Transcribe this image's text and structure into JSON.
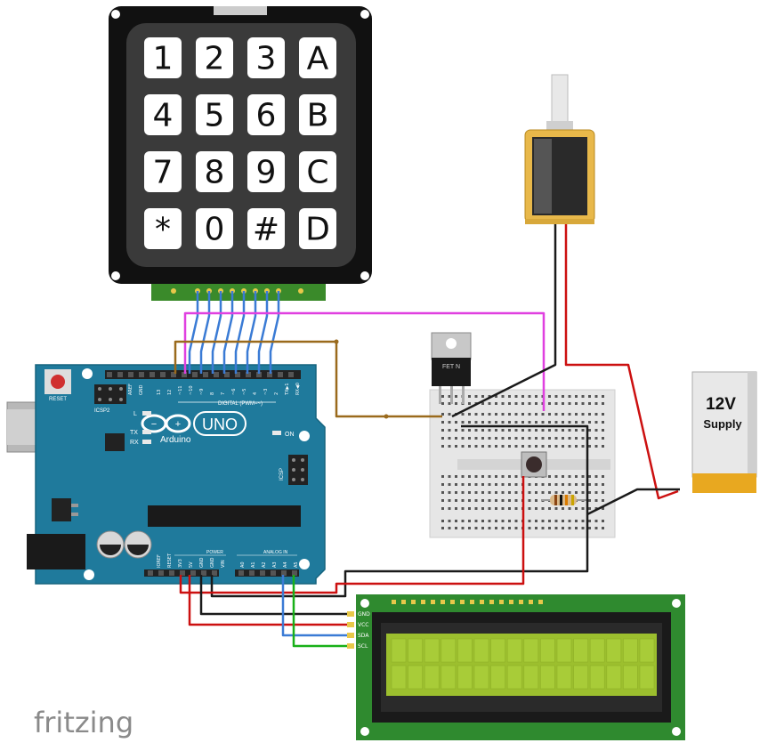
{
  "keypad": {
    "keys": [
      "1",
      "2",
      "3",
      "A",
      "4",
      "5",
      "6",
      "B",
      "7",
      "8",
      "9",
      "C",
      "*",
      "0",
      "#",
      "D"
    ]
  },
  "arduino": {
    "logo": "Arduino",
    "model": "UNO",
    "reset_label": "RESET",
    "icsp2_label": "ICSP2",
    "icsp_label": "ICSP",
    "digital_label": "DIGITAL (PWM=~)",
    "on_label": "ON",
    "l_label": "L",
    "tx_label": "TX",
    "rx_label": "RX",
    "aref_label": "AREF",
    "gnd_label": "GND",
    "power_label": "POWER",
    "analog_label": "ANALOG IN",
    "power_pins": [
      "IOREF",
      "RESET",
      "3V3",
      "5V",
      "GND",
      "GND",
      "VIN"
    ],
    "analog_pins": [
      "A0",
      "A1",
      "A2",
      "A3",
      "A4",
      "A5"
    ],
    "digital_pins": [
      "13",
      "12",
      "~11",
      "~10",
      "~9",
      "8",
      "7",
      "~6",
      "~5",
      "4",
      "~3",
      "2",
      "TX▶1",
      "RX◀0"
    ]
  },
  "transistor": {
    "label": "FET N"
  },
  "battery": {
    "voltage": "12V",
    "label": "Supply"
  },
  "lcd": {
    "pins": [
      "GND",
      "VCC",
      "SDA",
      "SCL"
    ]
  },
  "brand": {
    "text": "fritzing"
  },
  "colors": {
    "arduino_blue": "#1f7a9c",
    "wire_red": "#cc1010",
    "wire_black": "#1a1a1a",
    "wire_blue": "#3a7bd5",
    "wire_green": "#18b018",
    "wire_magenta": "#e040e0",
    "wire_brown": "#9a6a1c",
    "lcd_screen": "#9cbf2e",
    "pcb_green": "#2f8a2f"
  }
}
